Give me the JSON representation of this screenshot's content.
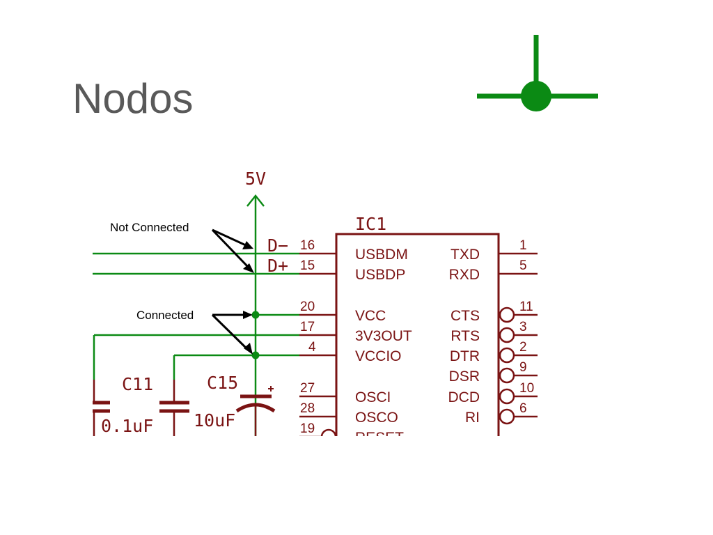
{
  "slide": {
    "title": "Nodos"
  },
  "colors": {
    "wire": "#0b8a14",
    "schematic": "#7a1313",
    "text": "#595959",
    "annotation": "#000000"
  },
  "schematic": {
    "supply_label": "5V",
    "ic": {
      "name": "IC1",
      "left_pins": [
        {
          "num": "16",
          "net": "D−",
          "name": "USBDM"
        },
        {
          "num": "15",
          "net": "D+",
          "name": "USBDP"
        },
        {
          "num": "20",
          "name": "VCC"
        },
        {
          "num": "17",
          "name": "3V3OUT"
        },
        {
          "num": "4",
          "name": "VCCIO"
        },
        {
          "num": "27",
          "name": "OSCI"
        },
        {
          "num": "28",
          "name": "OSCO"
        },
        {
          "num": "19",
          "name": "RESET"
        }
      ],
      "right_pins": [
        {
          "num": "1",
          "name": "TXD"
        },
        {
          "num": "5",
          "name": "RXD"
        },
        {
          "num": "11",
          "name": "CTS"
        },
        {
          "num": "3",
          "name": "RTS"
        },
        {
          "num": "2",
          "name": "DTR"
        },
        {
          "num": "9",
          "name": "DSR"
        },
        {
          "num": "10",
          "name": "DCD"
        },
        {
          "num": "6",
          "name": "RI"
        }
      ]
    },
    "capacitors": [
      {
        "name": "C11",
        "value": "0.1uF"
      },
      {
        "name": "C15",
        "value": "10uF"
      }
    ],
    "annotations": {
      "not_connected": "Not Connected",
      "connected": "Connected"
    }
  }
}
